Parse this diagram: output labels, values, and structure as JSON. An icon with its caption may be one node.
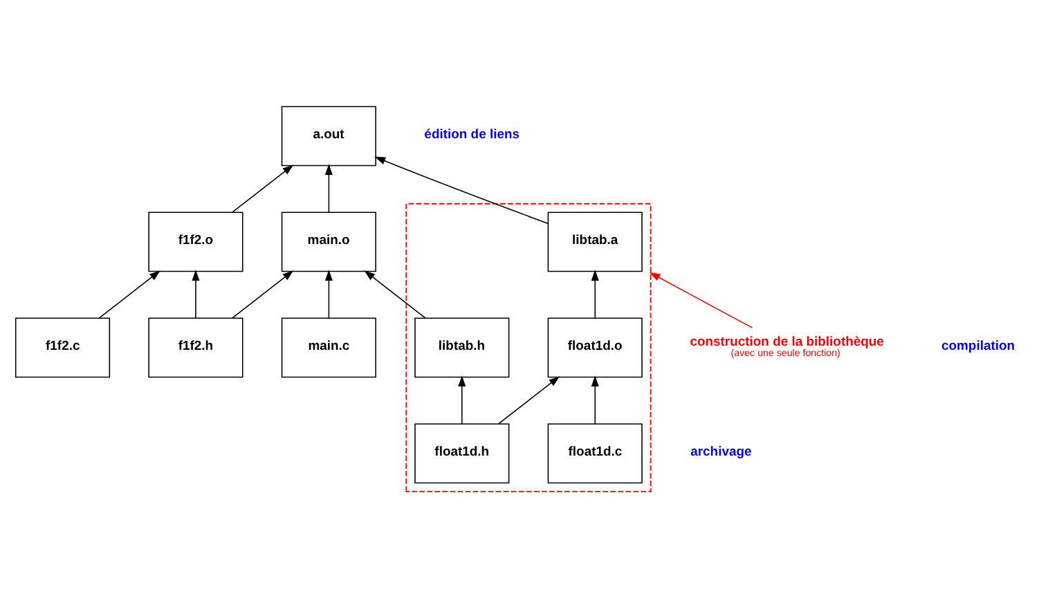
{
  "diagram": {
    "nodes": [
      {
        "text": [
          "a.out"
        ]
      },
      {
        "text": [
          "f1f2.o"
        ]
      },
      {
        "text": [
          "main.o"
        ]
      },
      {
        "text": [],
        "shape": "box"
      },
      {
        "text": [
          "libtab.a"
        ],
        "in": 3
      },
      {
        "text": [
          "f1f2.c"
        ]
      },
      {
        "text": [
          "f1f2.h"
        ]
      },
      {
        "text": [
          "main.c"
        ]
      },
      {
        "text": [
          "libtab.h"
        ],
        "in": 3
      },
      {
        "text": [
          "float1d.o"
        ],
        "in": 3
      },
      {
        "text": [
          "construction de la bibliothèque",
          "(avec une seule fonction)"
        ]
      },
      {
        "text": [
          "float1d.h"
        ],
        "in": 3
      },
      {
        "text": [
          "float1d.c"
        ],
        "in": 3
      }
    ],
    "edges": [
      {
        "from": 1,
        "to": 0,
        "arrow": "to"
      },
      {
        "from": 2,
        "to": 0,
        "arrow": "to"
      },
      {
        "from": 4,
        "to": 0,
        "arrow": "to"
      },
      {
        "from": 5,
        "to": 1,
        "arrow": "to"
      },
      {
        "from": 6,
        "to": 1,
        "arrow": "to"
      },
      {
        "from": 6,
        "to": 2,
        "arrow": "to"
      },
      {
        "from": 7,
        "to": 2,
        "arrow": "to"
      },
      {
        "from": 8,
        "to": 2,
        "arrow": "to"
      },
      {
        "from": 9,
        "to": 4,
        "arrow": "to"
      },
      {
        "from": 11,
        "to": 8,
        "arrow": "to"
      },
      {
        "from": 11,
        "to": 9,
        "arrow": "to"
      },
      {
        "from": 12,
        "to": 9,
        "arrow": "to"
      },
      {
        "from": 10,
        "to": 3,
        "arrow": "to",
        "color": "#ff0000"
      }
    ],
    "labels": [
      "édition de liens",
      "compilation",
      "archivage"
    ]
  }
}
